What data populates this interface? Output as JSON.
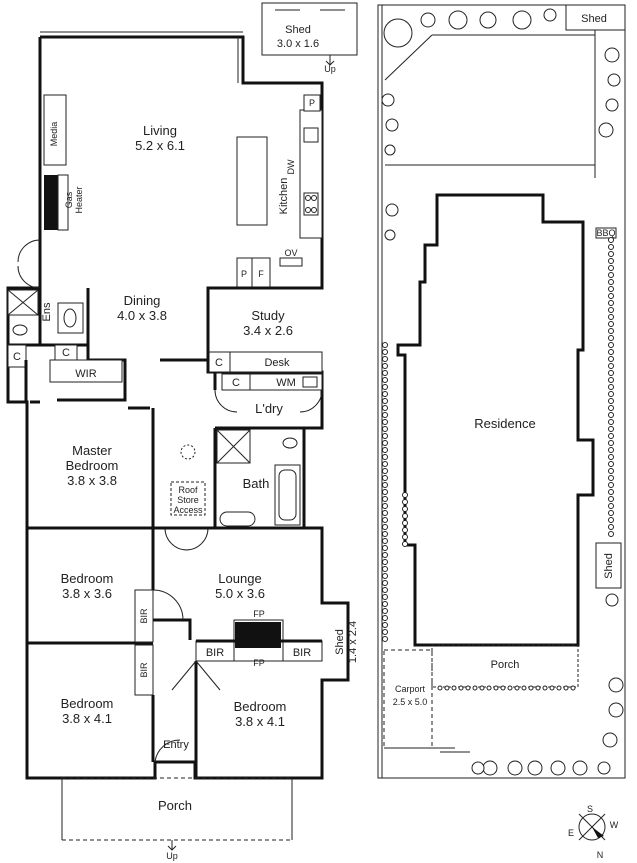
{
  "rooms": {
    "shed_top": {
      "name": "Shed",
      "size": "3.0 x 1.6",
      "up": "Up"
    },
    "living": {
      "name": "Living",
      "size": "5.2 x 6.1"
    },
    "media": "Media",
    "gas_heater": "Gas\nHeater",
    "kitchen": "Kitchen",
    "dw": "DW",
    "pantry": "P",
    "fridge": "F",
    "ov": "OV",
    "dining": {
      "name": "Dining",
      "size": "4.0 x 3.8"
    },
    "ens": "Ens",
    "study": {
      "name": "Study",
      "size": "3.4 x 2.6"
    },
    "desk": "Desk",
    "cupboard": "C",
    "wm": "WM",
    "wir": "WIR",
    "laundry": "L'dry",
    "master": {
      "name": "Master",
      "name2": "Bedroom",
      "size": "3.8 x 3.8"
    },
    "roof_store": [
      "Roof",
      "Store",
      "Access"
    ],
    "bath": "Bath",
    "bedroom1": {
      "name": "Bedroom",
      "size": "3.8 x 3.6"
    },
    "bedroom2": {
      "name": "Bedroom",
      "size": "3.8 x 4.1"
    },
    "bedroom3": {
      "name": "Bedroom",
      "size": "3.8 x 4.1"
    },
    "bir": "BIR",
    "lounge": {
      "name": "Lounge",
      "size": "5.0 x 3.6"
    },
    "fp": "FP",
    "shed_side": {
      "name": "Shed",
      "size": "1.4 x 2.4"
    },
    "entry": "Entry",
    "porch_front": "Porch",
    "up_front": "Up"
  },
  "site": {
    "shed": "Shed",
    "residence": "Residence",
    "bbq": "BBQ",
    "shed_right": "Shed",
    "porch": "Porch",
    "carport": {
      "name": "Carport",
      "size": "2.5 x 5.0"
    }
  },
  "compass": {
    "s": "S",
    "w": "W",
    "e": "E",
    "n": "N"
  }
}
